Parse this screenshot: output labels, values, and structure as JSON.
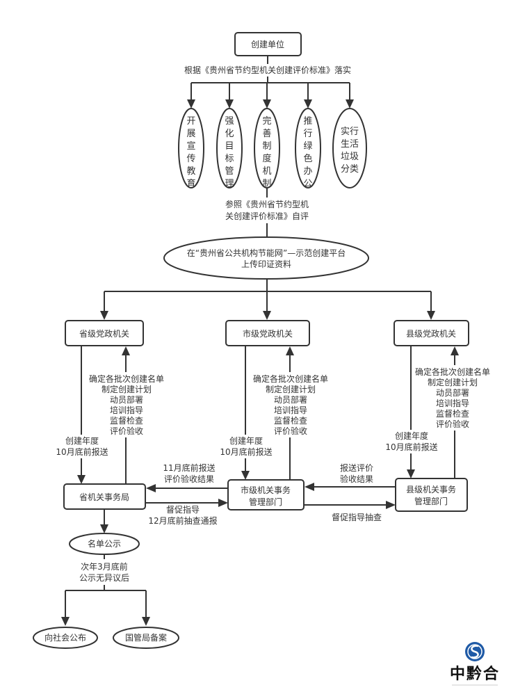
{
  "nodes": {
    "root": "创建单位",
    "basis_label": "根据《贵州省节约型机关创建评价标准》落实",
    "actions": [
      [
        "开",
        "展",
        "宣",
        "传",
        "教",
        "育"
      ],
      [
        "强",
        "化",
        "目",
        "标",
        "管",
        "理"
      ],
      [
        "完",
        "善",
        "制",
        "度",
        "机",
        "制"
      ],
      [
        "推",
        "行",
        "绿",
        "色",
        "办",
        "公"
      ],
      [
        "实行",
        "生活",
        "垃圾",
        "分类"
      ]
    ],
    "self_eval_label": [
      "参照《贵州省节约型机",
      "关创建评价标准》自评"
    ],
    "upload": [
      "在“贵州省公共机构节能网”—示范创建平台",
      "上传印证资料"
    ],
    "levels": [
      "省级党政机关",
      "市级党政机关",
      "县级党政机关"
    ],
    "report_label": [
      "创建年度",
      "10月底前报送"
    ],
    "tasks_label": [
      "确定各批次创建名单",
      "制定创建计划",
      "动员部署",
      "培训指导",
      "监督检查",
      "评价验收"
    ],
    "prov_bureau": "省机关事务局",
    "city_dept": [
      "市级机关事务",
      "管理部门"
    ],
    "county_dept": [
      "县级机关事务",
      "管理部门"
    ],
    "city_to_prov_label": [
      "11月底前报送",
      "评价验收结果"
    ],
    "prov_to_city_label": [
      "督促指导",
      "12月底前抽查通报"
    ],
    "county_to_city_label": [
      "报送评价",
      "验收结果"
    ],
    "city_to_county_label": "督促指导抽查",
    "publicity": "名单公示",
    "publicity_label": [
      "次年3月底前",
      "公示无异议后"
    ],
    "outcomes": [
      "向社会公布",
      "国管局备案"
    ]
  },
  "logo": {
    "text": "中黔合",
    "icon": "s-monogram-circle-icon",
    "color": "#1f5aa6"
  }
}
